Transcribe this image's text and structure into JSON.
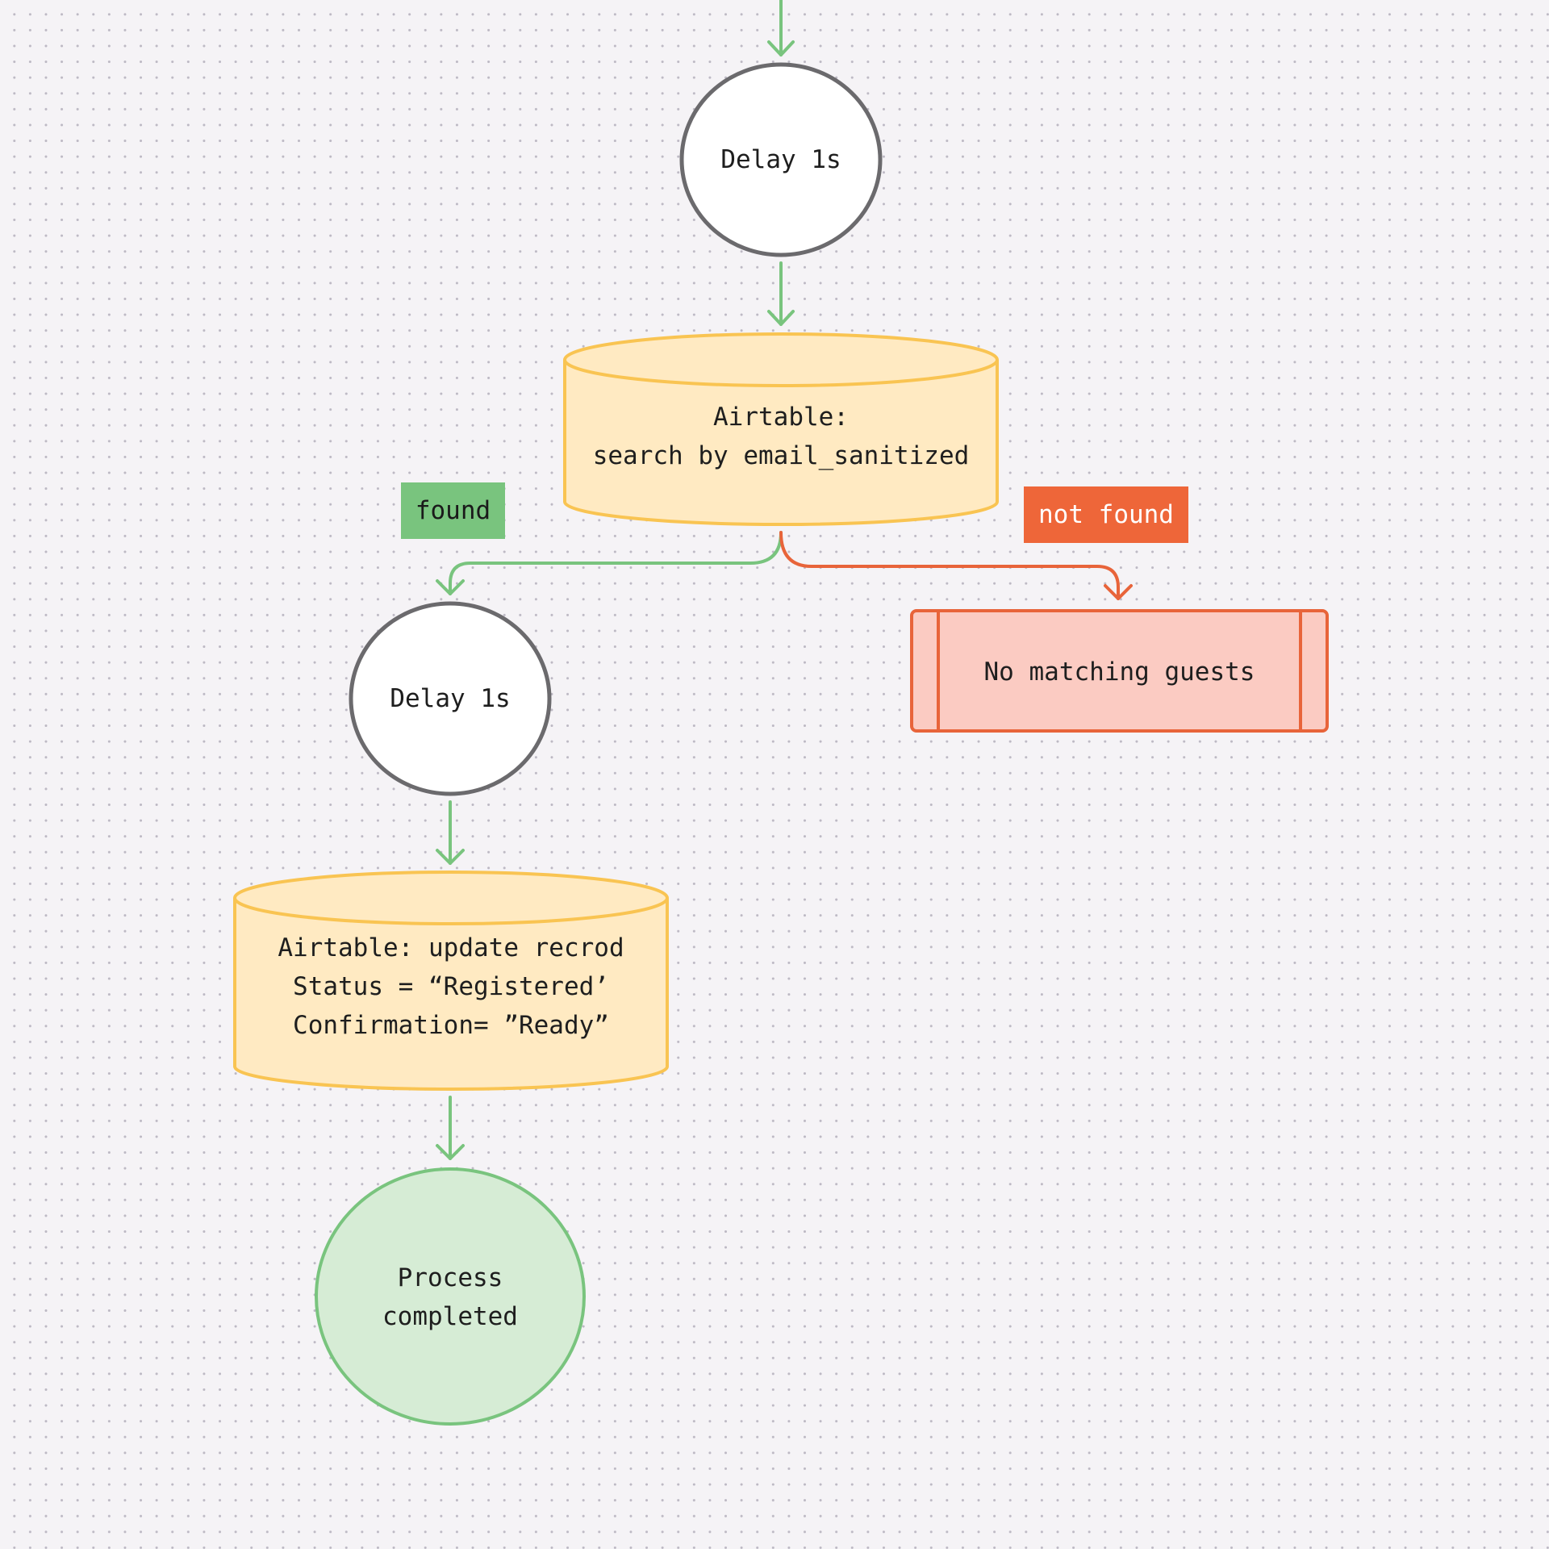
{
  "colors": {
    "background": "#f5f3f6",
    "success_line": "#79c47e",
    "failure_line": "#e8643a",
    "database_fill": "#ffeac2",
    "database_stroke": "#f9c452",
    "delay_fill": "#ffffff",
    "delay_stroke": "#6b6a6d",
    "error_fill": "#fbcbc2",
    "error_stroke": "#e8643a",
    "end_fill": "#d6ecd5",
    "end_stroke": "#79c47e"
  },
  "nodes": {
    "delay_top": {
      "label": "Delay 1s"
    },
    "airtable_search": {
      "lines": [
        "Airtable:",
        "search by email_sanitized"
      ]
    },
    "delay_found": {
      "label": "Delay 1s"
    },
    "no_match": {
      "label": "No matching guests"
    },
    "airtable_update": {
      "lines": [
        "Airtable: update recrod",
        "Status = “Registered’",
        "Confirmation= ”Ready”"
      ]
    },
    "process_completed": {
      "lines": [
        "Process",
        "completed"
      ]
    }
  },
  "edge_labels": {
    "found": "found",
    "not_found": "not found"
  }
}
